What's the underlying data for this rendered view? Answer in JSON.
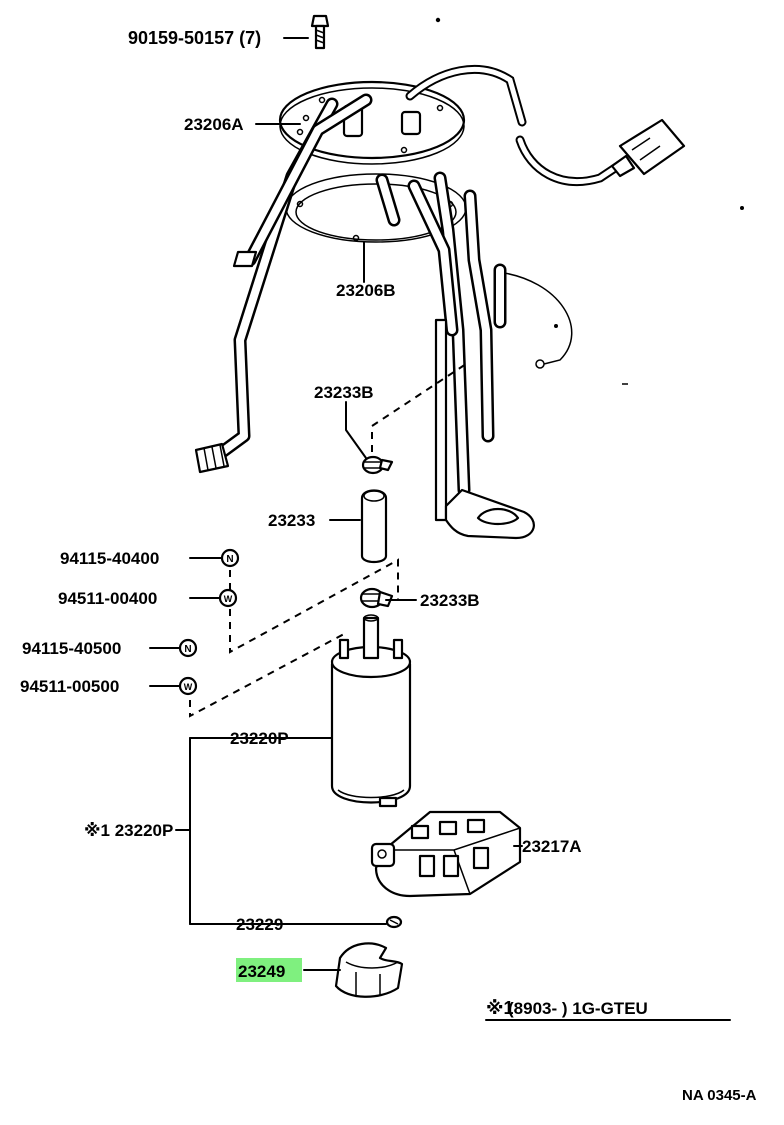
{
  "diagram": {
    "ref_code": "NA 0345-A",
    "footnote": {
      "marker": "※1",
      "text": "(8903-        ) 1G-GTEU"
    },
    "highlight_color": "#7ff07f",
    "labels": {
      "bolt": "90159-50157 (7)",
      "gauge_assy": "23206A",
      "gasket": "23206B",
      "clamp_upper": "23233B",
      "hose": "23233",
      "nut_a": "94115-40400",
      "washer_a": "94511-00400",
      "clamp_lower": "23233B",
      "nut_b": "94115-40500",
      "washer_b": "94511-00500",
      "pump": "23220P",
      "pump_alt": "※1 23220P",
      "filter": "23217A",
      "clip": "23229",
      "cushion": "23249"
    },
    "marker_letters": {
      "nut": "N",
      "washer": "W"
    }
  }
}
